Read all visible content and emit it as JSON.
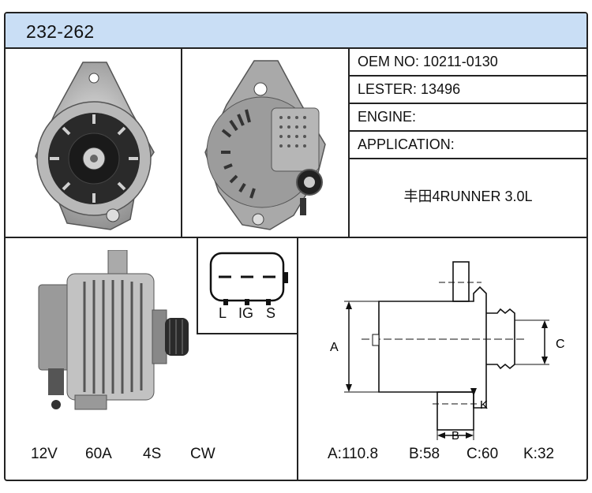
{
  "header": {
    "part_number": "232-262"
  },
  "specs": {
    "oem_label": "OEM NO:",
    "oem_value": "10211-0130",
    "lester_label": "LESTER:",
    "lester_value": "13496",
    "engine_label": "ENGINE:",
    "application_label": "APPLICATION:",
    "application_value": "丰田4RUNNER 3.0L"
  },
  "plug": {
    "pins": [
      "L",
      "IG",
      "S"
    ]
  },
  "electrical": {
    "voltage": "12V",
    "amperage": "60A",
    "pulley": "4S",
    "rotation": "CW"
  },
  "dimensions": {
    "a": "A:110.8",
    "b": "B:58",
    "c": "C:60",
    "k": "K:32",
    "labels": {
      "a": "A",
      "b": "B",
      "c": "C",
      "k": "K"
    }
  }
}
